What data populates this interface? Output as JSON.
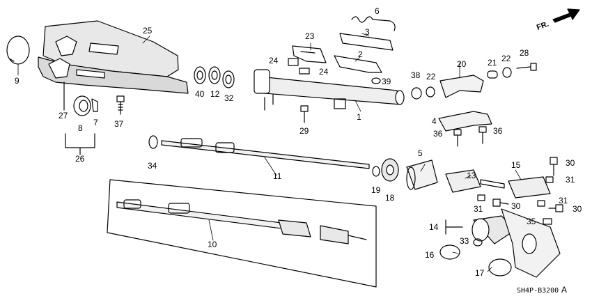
{
  "diagram": {
    "direction_label": "FR.",
    "drawing_code": "SH4P-B3200",
    "drawing_suffix": "A",
    "callouts": {
      "c1": "1",
      "c2": "2",
      "c3": "3",
      "c4": "4",
      "c5": "5",
      "c6": "6",
      "c7": "7",
      "c8": "8",
      "c9": "9",
      "c10": "10",
      "c11": "11",
      "c12": "12",
      "c13": "13",
      "c14": "14",
      "c15": "15",
      "c16": "16",
      "c17": "17",
      "c18": "18",
      "c19": "19",
      "c20": "20",
      "c21": "21",
      "c22a": "22",
      "c22b": "22",
      "c23": "23",
      "c24a": "24",
      "c24b": "24",
      "c25": "25",
      "c26": "26",
      "c27": "27",
      "c28": "28",
      "c29": "29",
      "c30a": "30",
      "c30b": "30",
      "c30c": "30",
      "c31a": "31",
      "c31b": "31",
      "c31c": "31",
      "c32": "32",
      "c33": "33",
      "c34": "34",
      "c35": "35",
      "c36a": "36",
      "c36b": "36",
      "c37": "37",
      "c38": "38",
      "c39": "39",
      "c40": "40"
    }
  }
}
